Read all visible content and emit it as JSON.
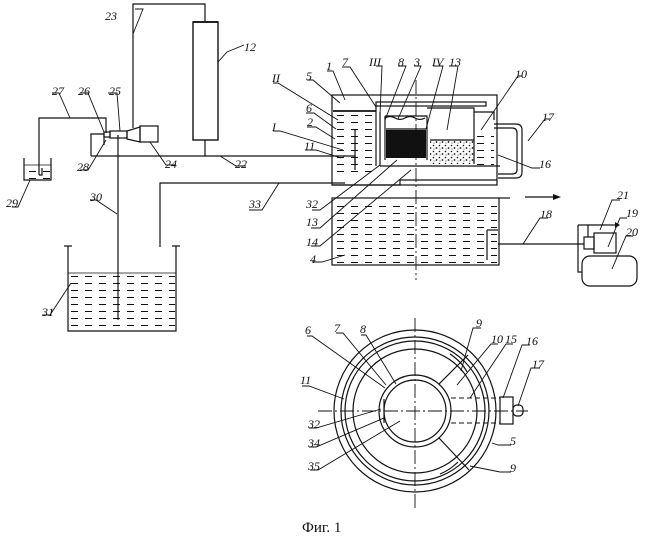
{
  "figure": {
    "caption": "Фиг. 1",
    "colors": {
      "ink": "#111111",
      "paper": "#ffffff"
    }
  },
  "labels": {
    "l1": "1",
    "l2": "2",
    "l3": "3",
    "l4": "4",
    "l5": "5",
    "l6": "6",
    "l7": "7",
    "l8": "8",
    "l10": "10",
    "l11": "11",
    "l12": "12",
    "l13": "13",
    "l14": "14",
    "l16": "16",
    "l17": "17",
    "l18": "18",
    "l19": "19",
    "l20": "20",
    "l21": "21",
    "l22": "22",
    "l23": "23",
    "l24": "24",
    "l25": "25",
    "l26": "26",
    "l27": "27",
    "l28": "28",
    "l29": "29",
    "l30": "30",
    "l31": "31",
    "l32": "32",
    "l33": "33",
    "rI": "I",
    "rII": "II",
    "rIII": "III",
    "rIV": "IV"
  },
  "plan_labels": {
    "p6": "6",
    "p7": "7",
    "p8": "8",
    "p9a": "9",
    "p9b": "9",
    "p10": "10",
    "p11": "11",
    "p15": "15",
    "p16": "16",
    "p17": "17",
    "p5": "5",
    "p32": "32",
    "p34": "34",
    "p35": "35"
  }
}
